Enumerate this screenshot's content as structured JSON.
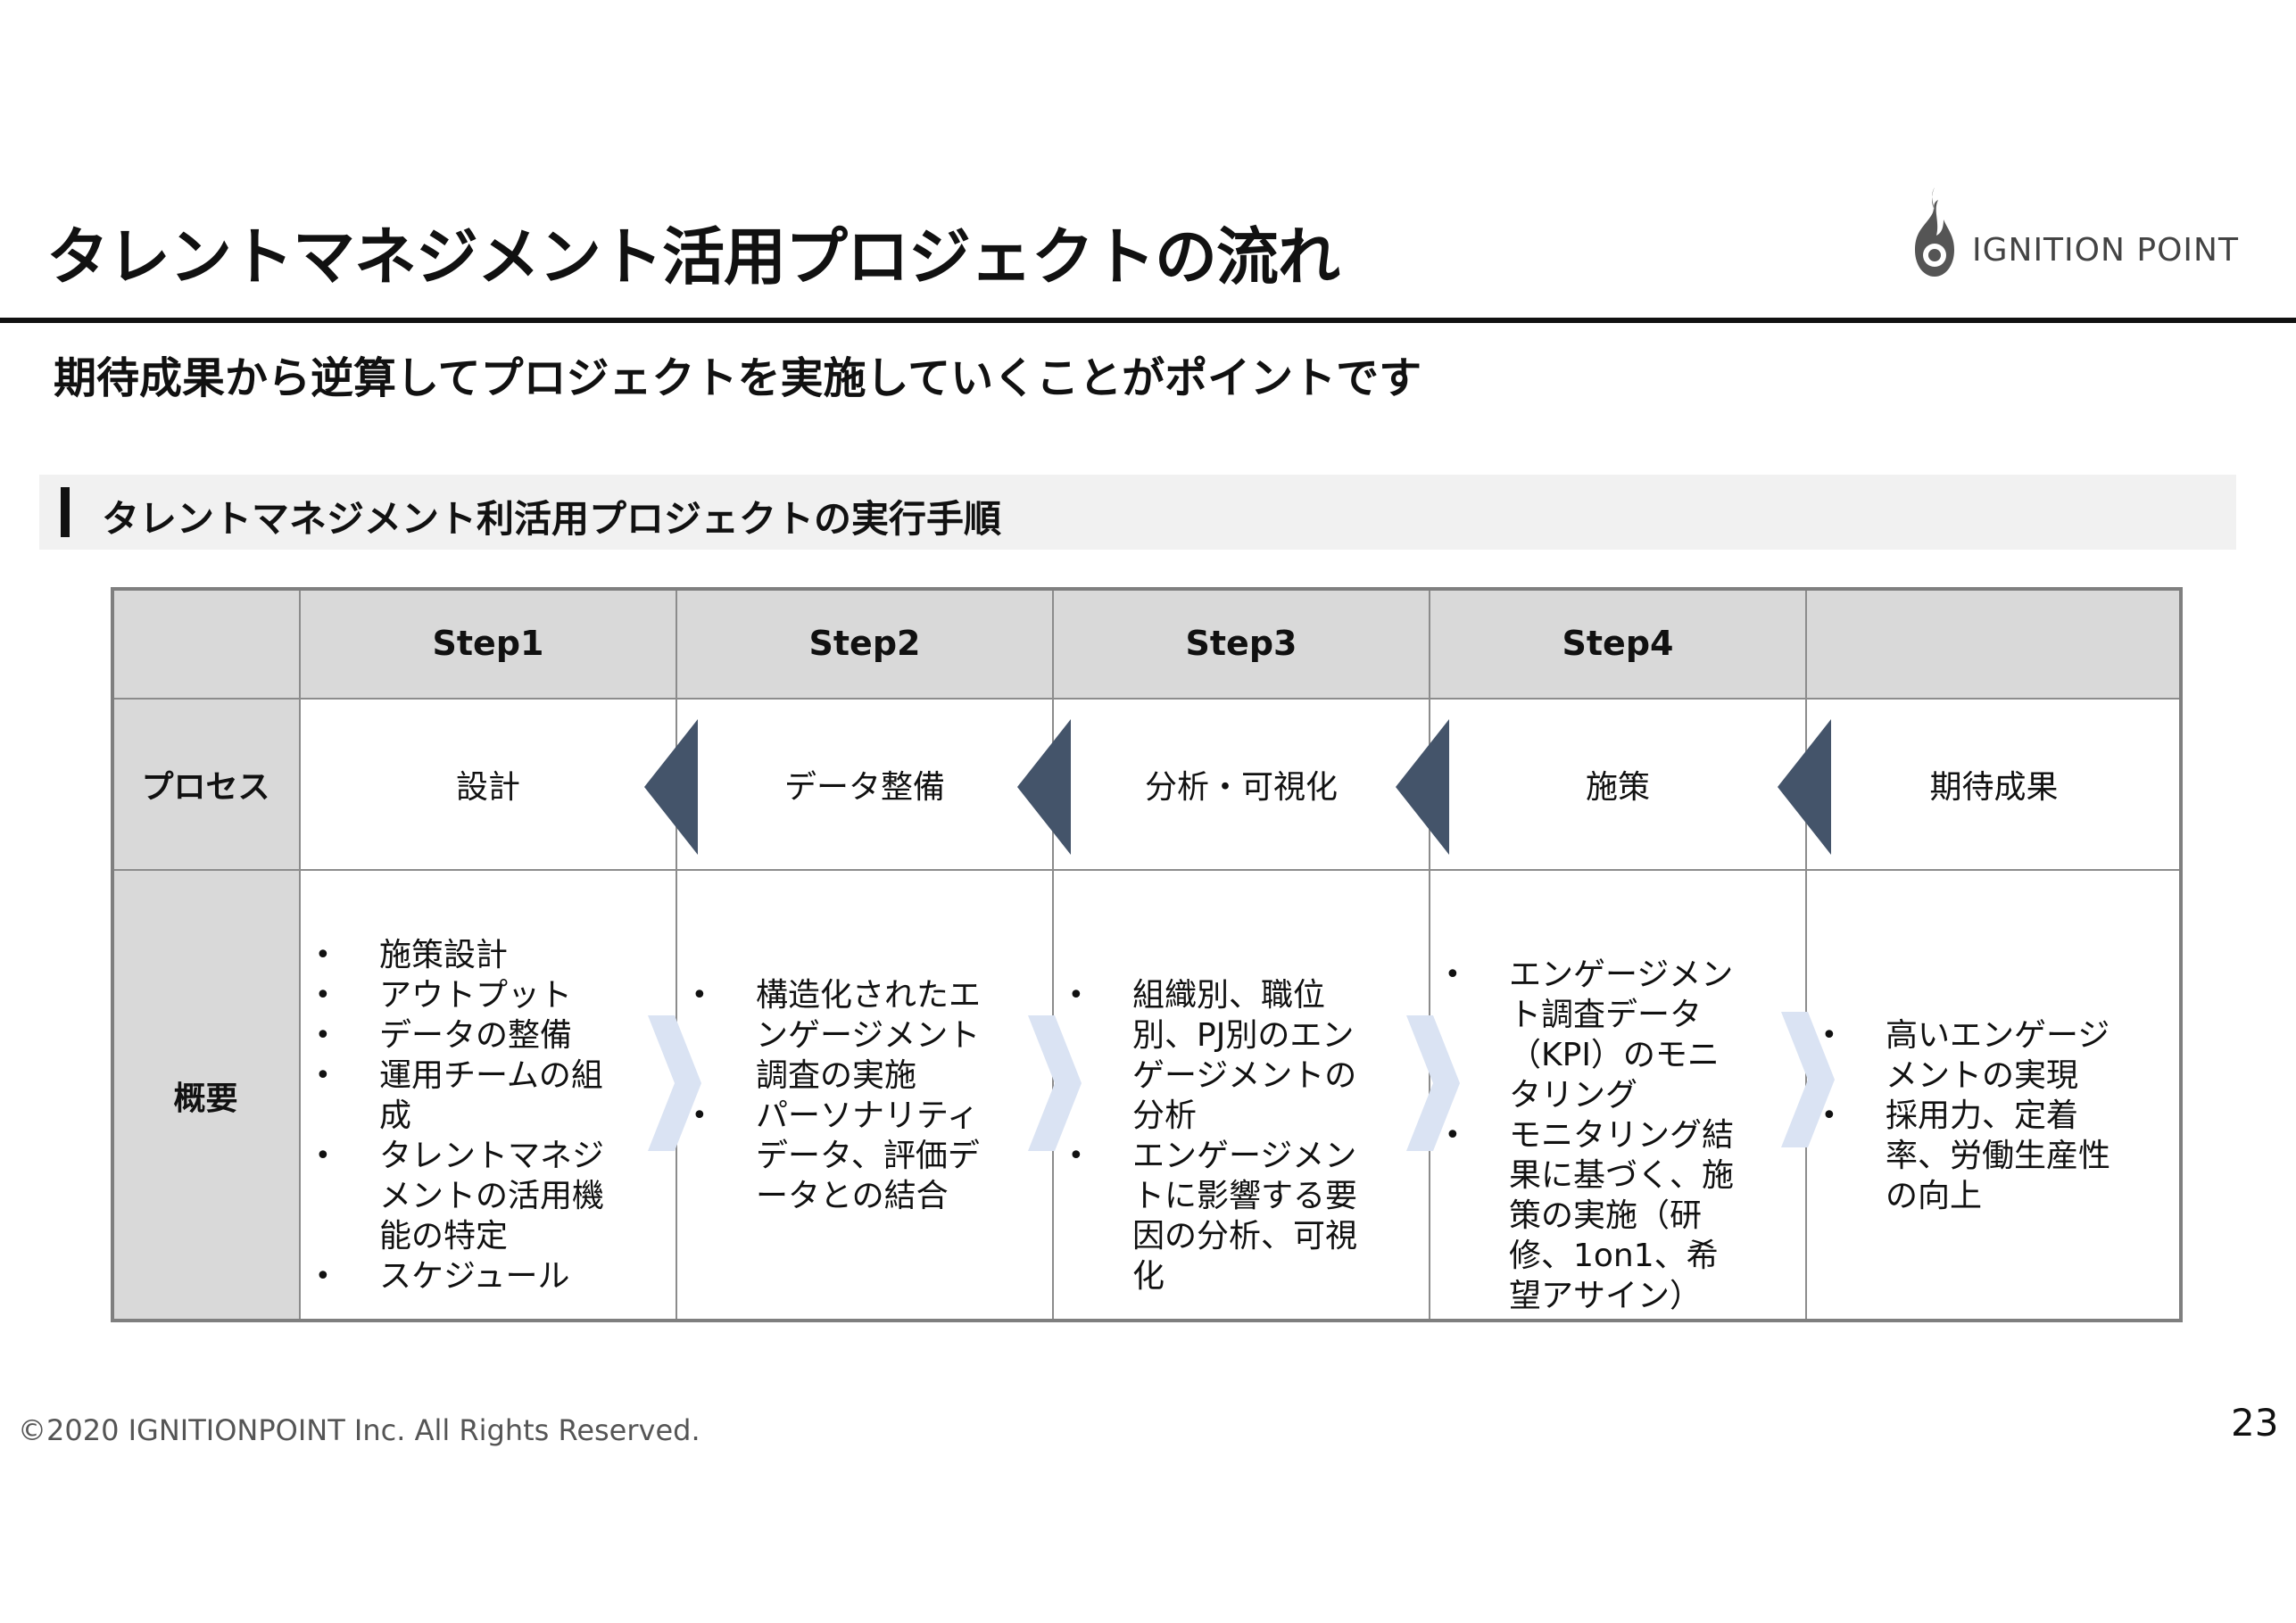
{
  "title": "タレントマネジメント活用プロジェクトの流れ",
  "logo": {
    "text": "IGNITION POINT",
    "icon": "flame-logo-icon"
  },
  "subtitle": "期待成果から逆算してプロジェクトを実施していくことがポイントです",
  "section_title": "タレントマネジメント利活用プロジェクトの実行手順",
  "table": {
    "headers": [
      "",
      "Step1",
      "Step2",
      "Step3",
      "Step4",
      ""
    ],
    "row_labels": {
      "process": "プロセス",
      "overview": "概要"
    },
    "process": [
      "設計",
      "データ整備",
      "分析・可視化",
      "施策",
      "期待成果"
    ],
    "overview": [
      [
        "施策設計",
        "アウトプット",
        "データの整備",
        "運用チームの組成",
        "タレントマネジメントの活用機能の特定",
        "スケジュール"
      ],
      [
        "構造化されたエンゲージメント調査の実施",
        "パーソナリティデータ、評価データとの結合"
      ],
      [
        "組織別、職位別、PJ別のエンゲージメントの分析",
        "エンゲージメントに影響する要因の分析、可視化"
      ],
      [
        "エンゲージメント調査データ（KPI）のモニタリング",
        "モニタリング結果に基づく、施策の実施（研修、1on1、希望アサイン）"
      ],
      [
        "高いエンゲージメントの実現",
        "採用力、定着率、労働生産性の向上"
      ]
    ]
  },
  "colors": {
    "header_gray": "#d9d9d9",
    "process_arrow": "#44546a",
    "flow_arrow": "#dae3f3"
  },
  "footer": "©2020 IGNITIONPOINT Inc. All Rights Reserved.",
  "page_number": "23"
}
